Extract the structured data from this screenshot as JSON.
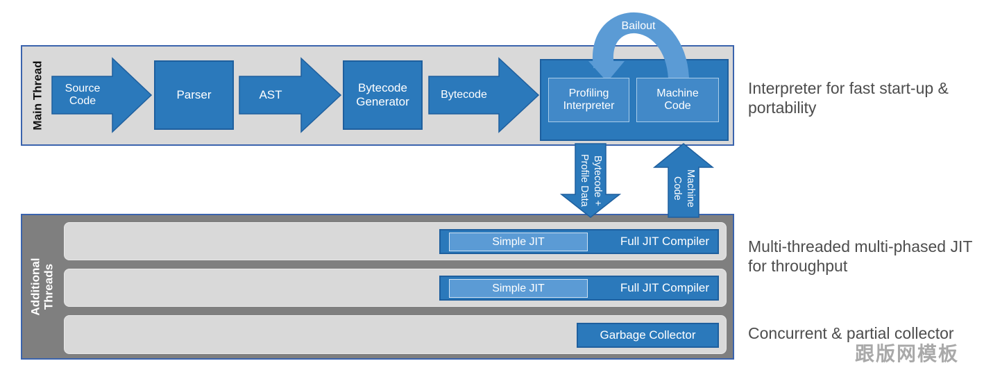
{
  "colors": {
    "box_blue": "#2b79bb",
    "box_blue_border": "#1e5f9e",
    "light_blue": "#5b9bd5",
    "inner_box_blue": "#4289c8",
    "panel_light_gray": "#d9d9d9",
    "panel_dark_gray": "#7f7f7f",
    "panel_border_blue": "#3a63ad",
    "annotation_gray": "#4d4d4d"
  },
  "main_thread": {
    "label": "Main Thread",
    "source_code_arrow": "Source Code",
    "parser_box": "Parser",
    "ast_arrow": "AST",
    "bytecode_generator_box": "Bytecode Generator",
    "bytecode_arrow": "Bytecode",
    "profiling_interpreter_box": "Profiling Interpreter",
    "machine_code_box": "Machine Code",
    "bailout_arrow": "Bailout",
    "annotation": "Interpreter for fast start-up & portability"
  },
  "thread_links": {
    "down_arrow": "Bytecode + Profile Data",
    "up_arrow": "Machine Code"
  },
  "additional_threads": {
    "label": "Additional Threads",
    "jit_rows": [
      {
        "simple_jit": "Simple JIT",
        "full_jit": "Full JIT Compiler"
      },
      {
        "simple_jit": "Simple JIT",
        "full_jit": "Full JIT Compiler"
      }
    ],
    "garbage_collector": "Garbage Collector",
    "jit_annotation": "Multi-threaded multi-phased JIT for throughput",
    "collector_annotation": "Concurrent & partial collector"
  },
  "watermark": "跟版网模板"
}
